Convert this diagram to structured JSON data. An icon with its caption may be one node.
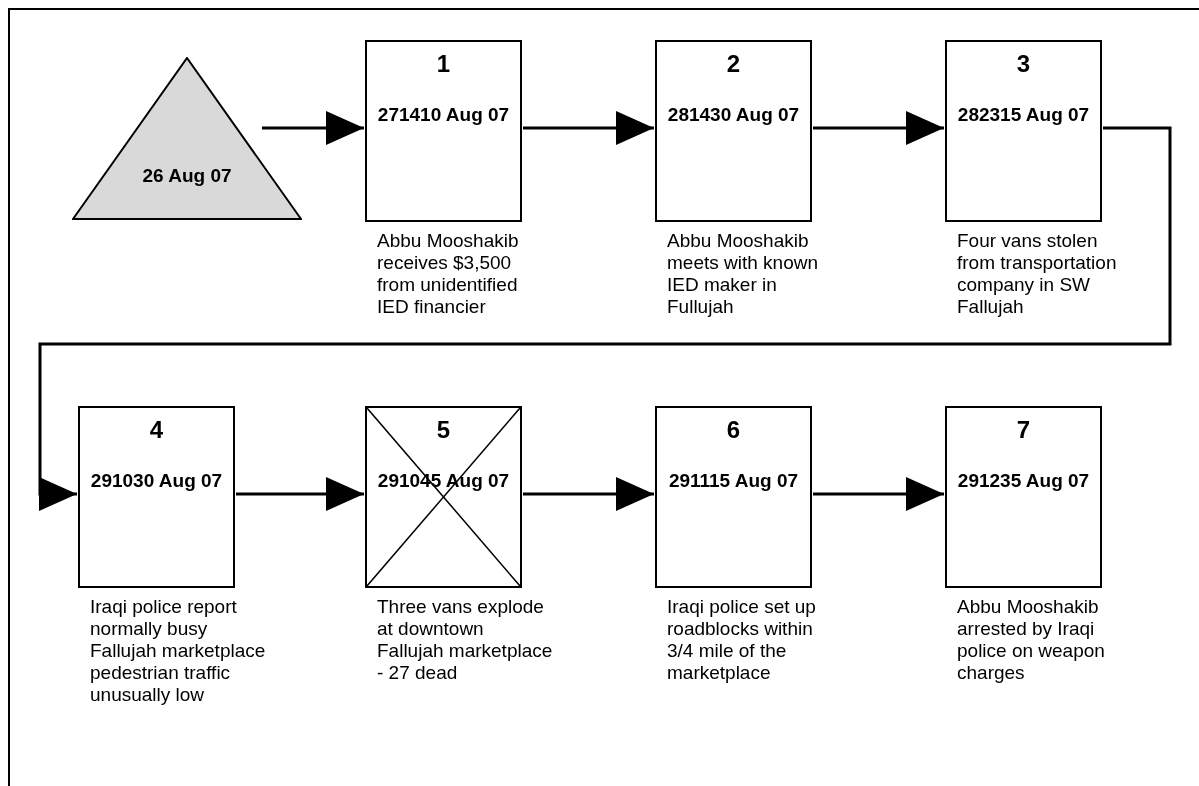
{
  "diagram": {
    "nodes": [
      {
        "text": [
          "26 Aug 07"
        ]
      },
      {
        "text": [
          "1",
          "271410 Aug 07"
        ],
        "beside": [
          "Abbu Mooshakib receives $3,500 from unidentified IED financier"
        ]
      },
      {
        "text": [
          "2",
          "281430 Aug 07"
        ],
        "beside": [
          "Abbu Mooshakib meets with known IED maker in Fullujah"
        ]
      },
      {
        "text": [
          "3",
          "282315 Aug 07"
        ],
        "beside": [
          "Four vans stolen from transportation company in SW Fallujah"
        ]
      },
      {
        "text": [
          "4",
          "291030 Aug 07"
        ],
        "beside": [
          "Iraqi police report normally busy Fallujah marketplace pedestrian traffic unusually low"
        ]
      },
      {
        "text": [
          "5",
          "291045 Aug 07"
        ],
        "beside": [
          "Three vans explode at downtown Fallujah marketplace - 27 dead"
        ]
      },
      {
        "text": [
          "6",
          "291115 Aug 07"
        ],
        "beside": [
          "Iraqi police set up roadblocks within 3/4 mile of the marketplace"
        ]
      },
      {
        "text": [
          "7",
          "291235 Aug 07"
        ],
        "beside": [
          "Abbu Mooshakib arrested by Iraqi police on weapon charges"
        ]
      }
    ],
    "edges": [
      {
        "from": 0,
        "to": 1,
        "arrow": "to"
      },
      {
        "from": 1,
        "to": 2,
        "arrow": "to"
      },
      {
        "from": 2,
        "to": 3,
        "arrow": "to"
      },
      {
        "from": 3,
        "to": 4,
        "arrow": "to"
      },
      {
        "from": 4,
        "to": 5,
        "arrow": "to"
      },
      {
        "from": 5,
        "to": 6,
        "arrow": "to"
      },
      {
        "from": 6,
        "to": 7,
        "arrow": "to"
      }
    ]
  }
}
